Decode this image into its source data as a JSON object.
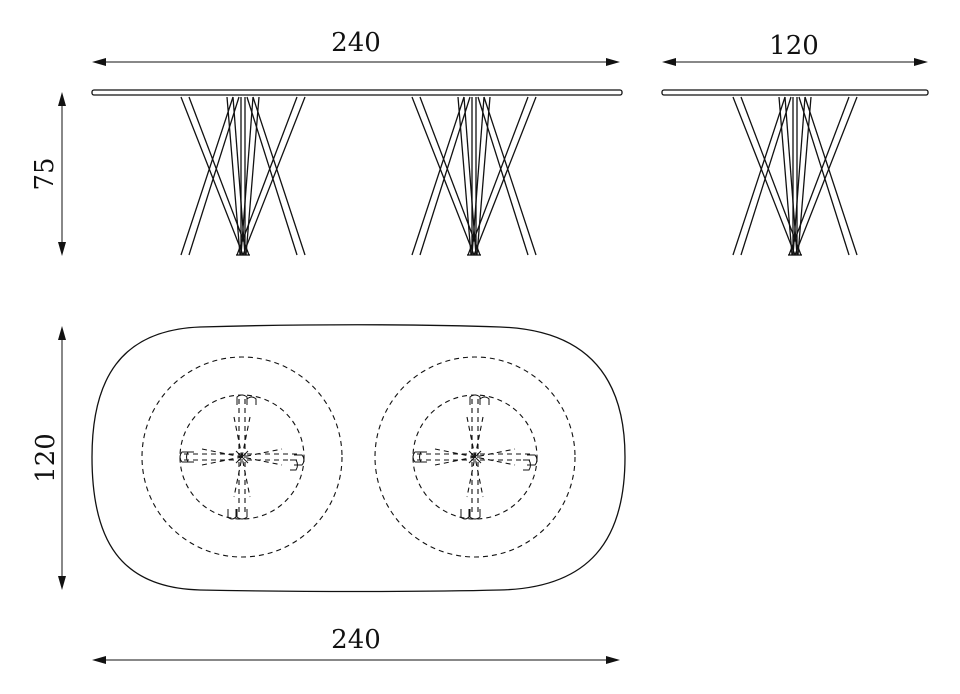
{
  "dimensions": {
    "front_width": "240",
    "side_width": "120",
    "front_height": "75",
    "plan_depth": "120",
    "plan_width": "240"
  }
}
